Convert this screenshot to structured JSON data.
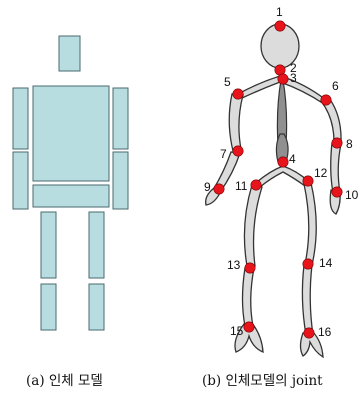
{
  "figure": {
    "left_caption": "(a) 인체 모델",
    "right_caption": "(b) 인체모델의 joint"
  },
  "colors": {
    "block_fill": "#b8dde1",
    "block_stroke": "#4a6a6e",
    "limb_fill": "#dcdcdc",
    "torso_fill": "#909090",
    "outline": "#333333",
    "joint": "#e8141c"
  },
  "joints": [
    {
      "id": "1",
      "label": "1"
    },
    {
      "id": "2",
      "label": "2"
    },
    {
      "id": "3",
      "label": "3"
    },
    {
      "id": "4",
      "label": "4"
    },
    {
      "id": "5",
      "label": "5"
    },
    {
      "id": "6",
      "label": "6"
    },
    {
      "id": "7",
      "label": "7"
    },
    {
      "id": "8",
      "label": "8"
    },
    {
      "id": "9",
      "label": "9"
    },
    {
      "id": "10",
      "label": "10"
    },
    {
      "id": "11",
      "label": "11"
    },
    {
      "id": "12",
      "label": "12"
    },
    {
      "id": "13",
      "label": "13"
    },
    {
      "id": "14",
      "label": "14"
    },
    {
      "id": "15",
      "label": "15"
    },
    {
      "id": "16",
      "label": "16"
    }
  ]
}
